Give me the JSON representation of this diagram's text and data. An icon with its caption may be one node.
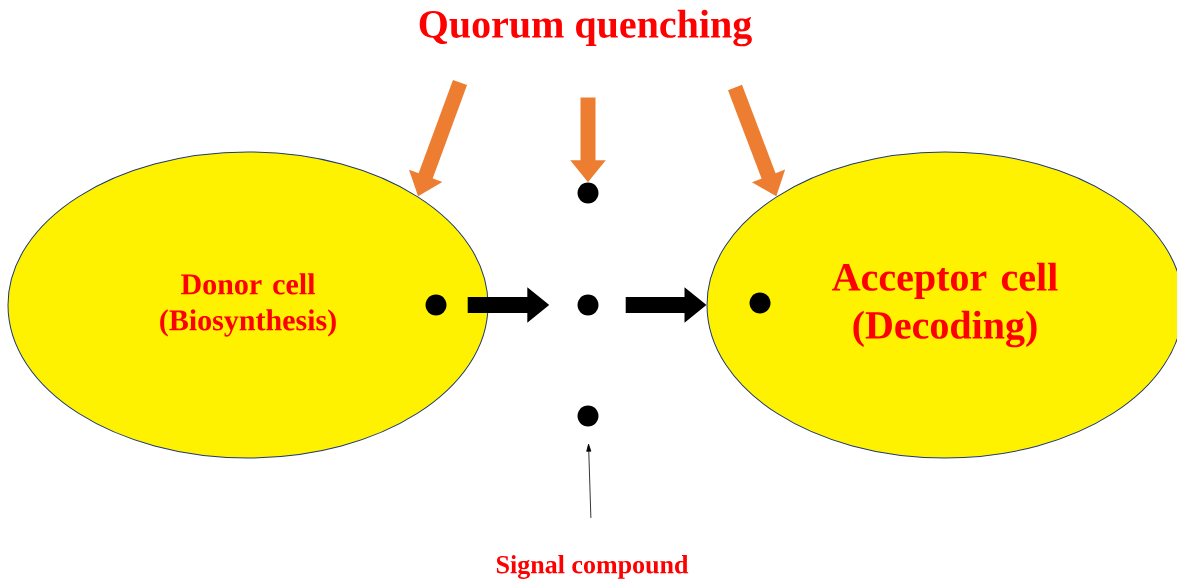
{
  "diagram": {
    "nodes": [
      {
        "text": [
          "Quorum quenching"
        ]
      },
      {
        "text": [
          "Donor cell (Biosynthesis)"
        ]
      },
      {
        "text": [],
        "shape": "circle",
        "in": 1
      },
      {
        "text": [],
        "shape": "circle"
      },
      {
        "text": [],
        "shape": "circle"
      },
      {
        "text": [],
        "shape": "circle"
      },
      {
        "text": [
          "Acceptor cell (Decoding)"
        ]
      },
      {
        "text": [],
        "shape": "circle",
        "in": 6
      },
      {
        "text": [
          "Signal compound"
        ]
      }
    ],
    "edges": [
      {
        "from": 0,
        "to": 1,
        "arrow": "to",
        "color": "#ed7d31"
      },
      {
        "from": 0,
        "to": 3,
        "arrow": "to",
        "color": "#ed7d31"
      },
      {
        "from": 0,
        "to": 6,
        "arrow": "to",
        "color": "#ed7d31"
      },
      {
        "from": 2,
        "to": 4,
        "arrow": "to",
        "color": "#000000"
      },
      {
        "from": 4,
        "to": 6,
        "arrow": "to",
        "color": "#000000"
      },
      {
        "from": 8,
        "to": 5,
        "arrow": "to",
        "color": "#000000"
      }
    ]
  }
}
